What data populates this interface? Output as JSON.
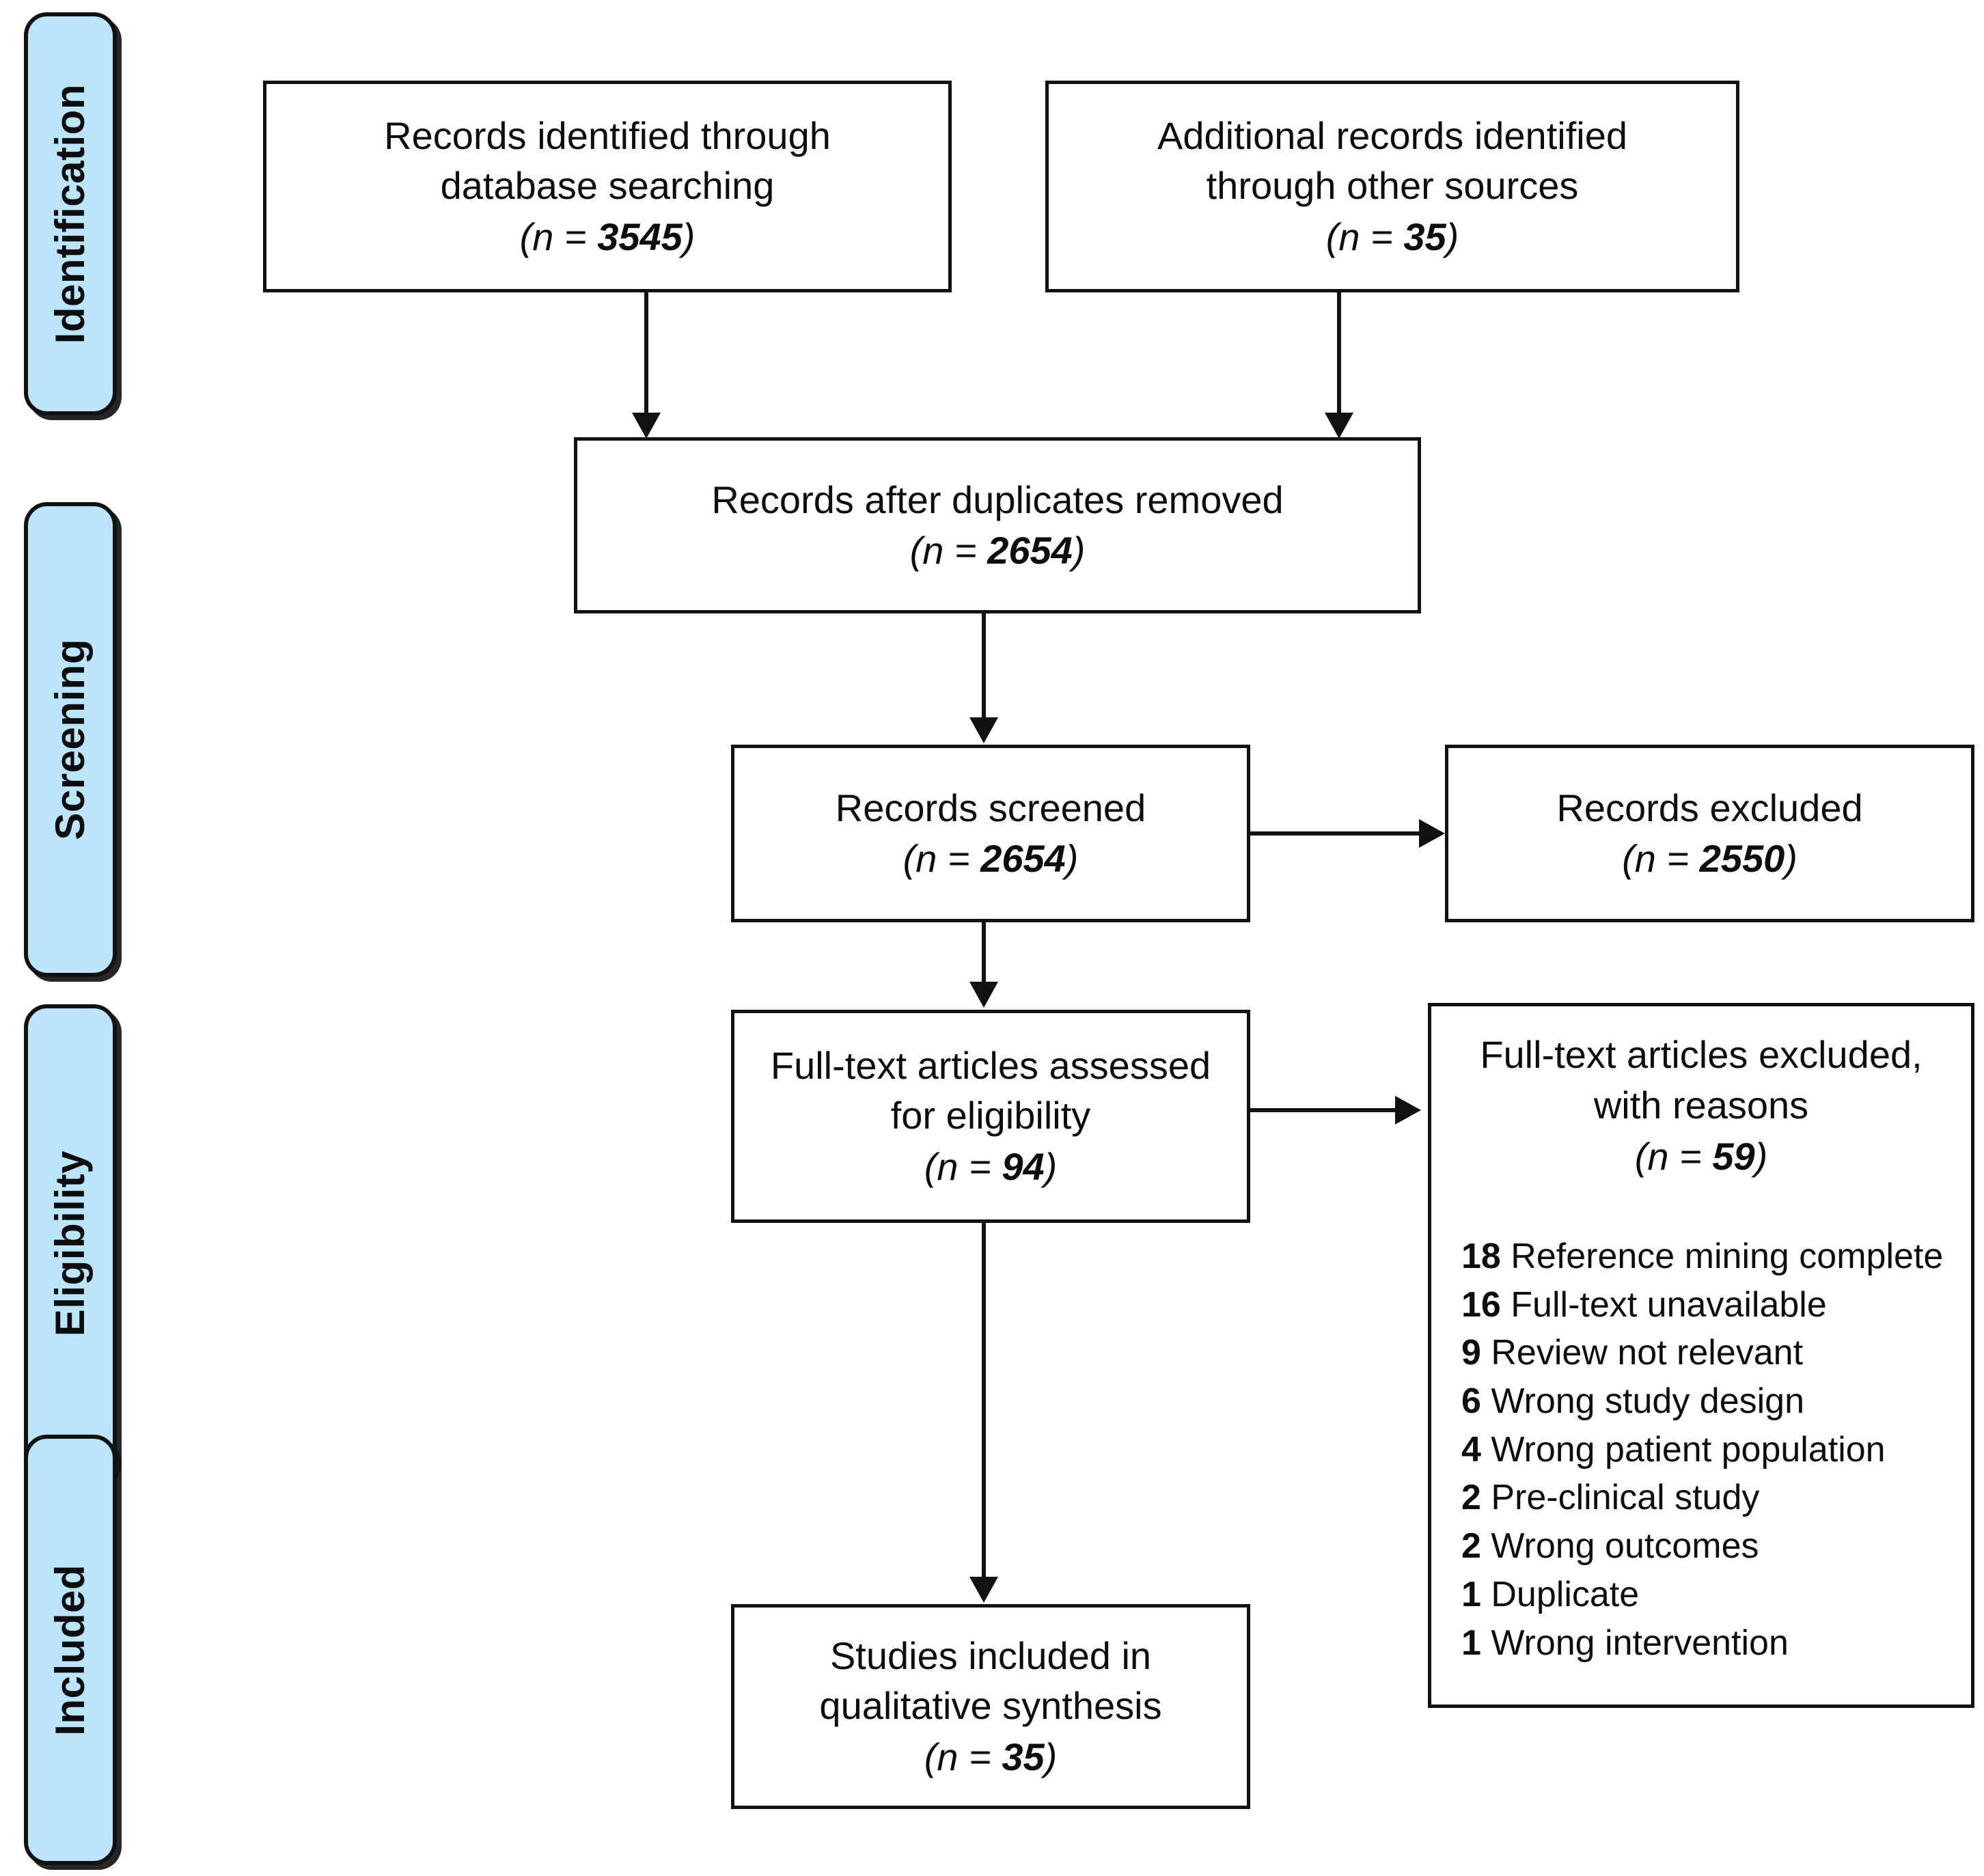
{
  "diagram": {
    "title": "PRISMA flow diagram",
    "type": "prisma-flow",
    "accent_color": "#bae5fa",
    "line_color": "#111111",
    "background": "#ffffff"
  },
  "stages": [
    {
      "key": "identification",
      "label": "Identification"
    },
    {
      "key": "screening",
      "label": "Screening"
    },
    {
      "key": "eligibility",
      "label": "Eligibility"
    },
    {
      "key": "included",
      "label": "Included"
    }
  ],
  "boxes": {
    "db_search": {
      "line1": "Records identified through",
      "line2": "database searching",
      "count_prefix": "(n = ",
      "count": "3545",
      "count_suffix": ")"
    },
    "other_sources": {
      "line1": "Additional records identified",
      "line2": "through other sources",
      "count_prefix": "(n = ",
      "count": "35",
      "count_suffix": ")"
    },
    "duplicates_removed": {
      "line1": "Records after duplicates removed",
      "count_prefix": "(n = ",
      "count": "2654",
      "count_suffix": ")"
    },
    "records_screened": {
      "line1": "Records screened",
      "count_prefix": "(n = ",
      "count": "2654",
      "count_suffix": ")"
    },
    "records_excluded": {
      "line1": "Records excluded",
      "count_prefix": "(n = ",
      "count": "2550",
      "count_suffix": ")"
    },
    "fulltext_assessed": {
      "line1": "Full-text articles assessed",
      "line2": "for eligibility",
      "count_prefix": "(n = ",
      "count": "94",
      "count_suffix": ")"
    },
    "fulltext_excluded": {
      "line1": "Full-text articles excluded,",
      "line2": "with reasons",
      "count_prefix": "(n = ",
      "count": "59",
      "count_suffix": ")",
      "reasons": [
        {
          "n": "18",
          "text": "Reference mining complete"
        },
        {
          "n": "16",
          "text": "Full-text unavailable"
        },
        {
          "n": "9",
          "text": "Review not relevant"
        },
        {
          "n": "6",
          "text": "Wrong study design"
        },
        {
          "n": "4",
          "text": "Wrong patient population"
        },
        {
          "n": "2",
          "text": "Pre-clinical study"
        },
        {
          "n": "2",
          "text": "Wrong outcomes"
        },
        {
          "n": "1",
          "text": "Duplicate"
        },
        {
          "n": "1",
          "text": "Wrong intervention"
        }
      ]
    },
    "studies_included": {
      "line1": "Studies included in",
      "line2": "qualitative synthesis",
      "count_prefix": "(n = ",
      "count": "35",
      "count_suffix": ")"
    }
  },
  "chart_data": {
    "type": "diagram",
    "title": "PRISMA flow diagram",
    "nodes": [
      {
        "id": "db_search",
        "stage": "Identification",
        "label": "Records identified through database searching",
        "n": 3545
      },
      {
        "id": "other_sources",
        "stage": "Identification",
        "label": "Additional records identified through other sources",
        "n": 35
      },
      {
        "id": "duplicates_removed",
        "stage": "Screening",
        "label": "Records after duplicates removed",
        "n": 2654
      },
      {
        "id": "records_screened",
        "stage": "Screening",
        "label": "Records screened",
        "n": 2654
      },
      {
        "id": "records_excluded",
        "stage": "Screening",
        "label": "Records excluded",
        "n": 2550
      },
      {
        "id": "fulltext_assessed",
        "stage": "Eligibility",
        "label": "Full-text articles assessed for eligibility",
        "n": 94
      },
      {
        "id": "fulltext_excluded",
        "stage": "Eligibility",
        "label": "Full-text articles excluded, with reasons",
        "n": 59
      },
      {
        "id": "studies_included",
        "stage": "Included",
        "label": "Studies included in qualitative synthesis",
        "n": 35
      }
    ],
    "edges": [
      {
        "from": "db_search",
        "to": "duplicates_removed"
      },
      {
        "from": "other_sources",
        "to": "duplicates_removed"
      },
      {
        "from": "duplicates_removed",
        "to": "records_screened"
      },
      {
        "from": "records_screened",
        "to": "records_excluded"
      },
      {
        "from": "records_screened",
        "to": "fulltext_assessed"
      },
      {
        "from": "fulltext_assessed",
        "to": "fulltext_excluded"
      },
      {
        "from": "fulltext_assessed",
        "to": "studies_included"
      }
    ],
    "exclusion_reasons": [
      {
        "n": 18,
        "reason": "Reference mining complete"
      },
      {
        "n": 16,
        "reason": "Full-text unavailable"
      },
      {
        "n": 9,
        "reason": "Review not relevant"
      },
      {
        "n": 6,
        "reason": "Wrong study design"
      },
      {
        "n": 4,
        "reason": "Wrong patient population"
      },
      {
        "n": 2,
        "reason": "Pre-clinical study"
      },
      {
        "n": 2,
        "reason": "Wrong outcomes"
      },
      {
        "n": 1,
        "reason": "Duplicate"
      },
      {
        "n": 1,
        "reason": "Wrong intervention"
      }
    ]
  }
}
